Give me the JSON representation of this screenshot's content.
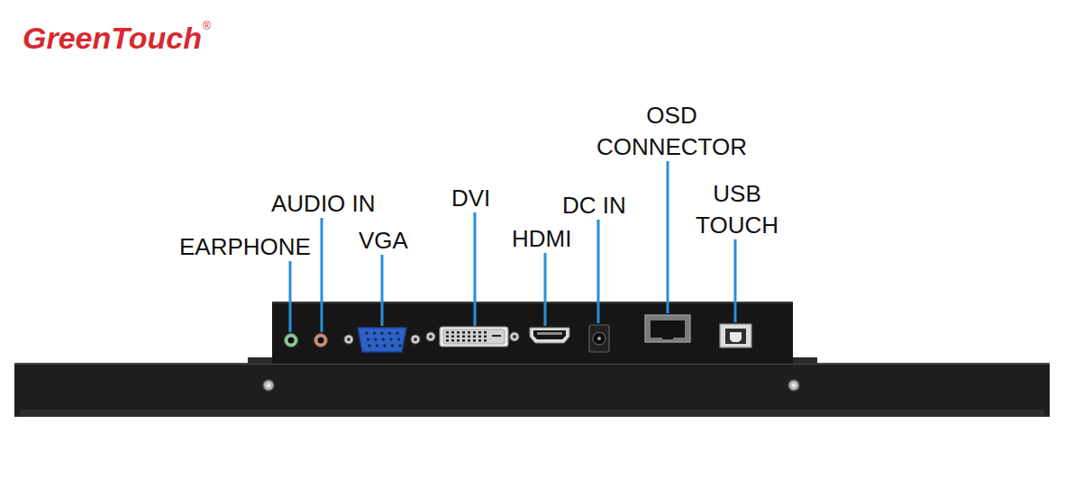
{
  "diagram": {
    "labels": [
      "GreenTouch",
      "®",
      "EARPHONE",
      "AUDIO IN",
      "VGA",
      "DVI",
      "HDMI",
      "DC IN",
      "OSD CONNECTOR",
      "USB TOUCH"
    ]
  }
}
